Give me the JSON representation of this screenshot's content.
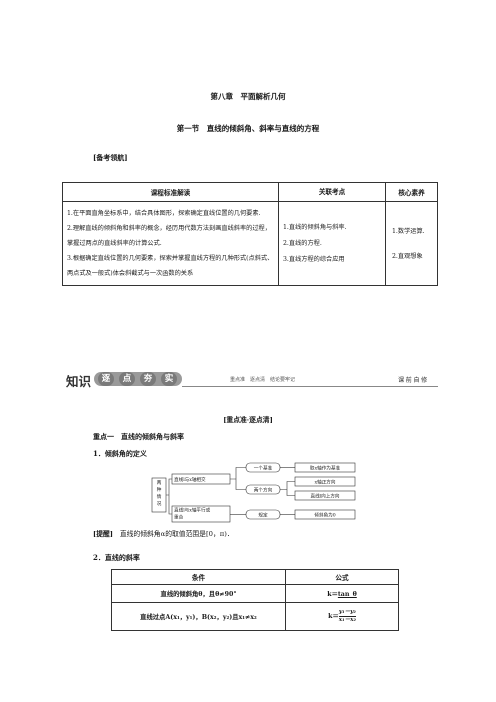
{
  "header": {
    "chapter": "第八章　平面解析几何",
    "section": "第一节　直线的倾斜角、斜率与直线的方程",
    "guide": "[备考领航]"
  },
  "standards_table": {
    "headers": [
      "课程标准解读",
      "关联考点",
      "核心素养"
    ],
    "col1_items": [
      "1.在平面直角坐标系中，结合具体图形，探索确定直线位置的几何要素.",
      "2.理解直线的倾斜角和斜率的概念，经历用代数方法刻画直线斜率的过程，掌握过两点的直线斜率的计算公式.",
      "3.根据确定直线位置的几何要素，探索并掌握直线方程的几种形式(点斜式、两点式及一般式)体会斜截式与一次函数的关系"
    ],
    "col2_items": [
      "1.直线的倾斜角与斜率.",
      "2.直线的方程.",
      "3.直线方程的综合应用"
    ],
    "col3_items": [
      "1.数学运算.",
      "2.直观想象"
    ]
  },
  "banner": {
    "title": "知识",
    "pill_chars": [
      "逐",
      "点",
      "夯",
      "实"
    ],
    "middle": "重点准　逐点清　结论要牢记",
    "right": "课前自修"
  },
  "key_points": {
    "title": "[重点准·逐点清]",
    "heading1": "重点一　直线的倾斜角与斜率",
    "heading2": "1．倾斜角的定义",
    "tip_label": "[提醒]",
    "tip_text": "　直线的倾斜角α的取值范围是[0，π)．",
    "heading3": "2．直线的斜率"
  },
  "diagram": {
    "root": "两种情况",
    "branch1": "直线l与x轴相交",
    "branch2": "直线l与x轴平行或重合",
    "node_one_base": "一个基准",
    "node_two_dir": "两个方向",
    "node_rule": "规定",
    "leaf_base": "取x轴作为基准",
    "leaf_dir1": "x轴正方向",
    "leaf_dir2": "直线l向上方向",
    "leaf_zero": "倾斜角为0"
  },
  "slope_table": {
    "headers": [
      "条件",
      "公式"
    ],
    "row1_condition": "直线的倾斜角θ，且θ≠90°",
    "row1_formula_prefix": "k＝",
    "row1_formula": "tan_θ",
    "row2_condition": "直线过点A(x₁，y₁)，B(x₂，y₂)且x₁≠x₂",
    "row2_formula_prefix": "k＝",
    "row2_num": "y₁－y₂",
    "row2_den": "x₁－x₂"
  }
}
